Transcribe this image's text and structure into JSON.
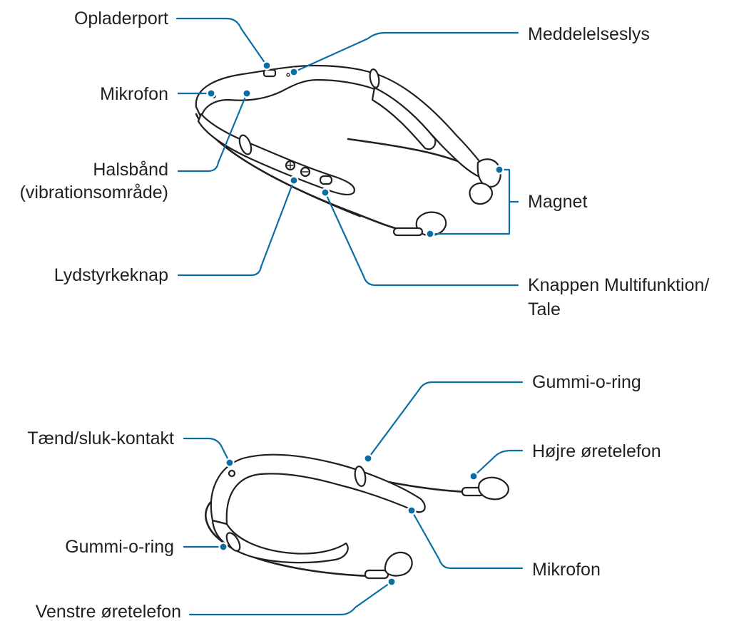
{
  "colors": {
    "leader": "#0a6ea4",
    "outline": "#231f20",
    "text": "#231f20"
  },
  "top_device": {
    "labels": {
      "charger_port": "Opladerport",
      "microphone": "Mikrofon",
      "neckband": "Halsbånd",
      "neckband_note": "(vibrationsområde)",
      "volume_key": "Lydstyrkeknap",
      "notification_light": "Meddelelseslys",
      "magnet": "Magnet",
      "multifunction_key_line1": "Knappen Multifunktion/",
      "multifunction_key_line2": "Tale"
    }
  },
  "bottom_device": {
    "labels": {
      "power_switch": "Tænd/sluk-kontakt",
      "rubber_ring_left": "Gummi-o-ring",
      "left_earphone": "Venstre øretelefon",
      "rubber_ring_top": "Gummi-o-ring",
      "right_earphone": "Højre øretelefon",
      "microphone": "Mikrofon"
    }
  }
}
